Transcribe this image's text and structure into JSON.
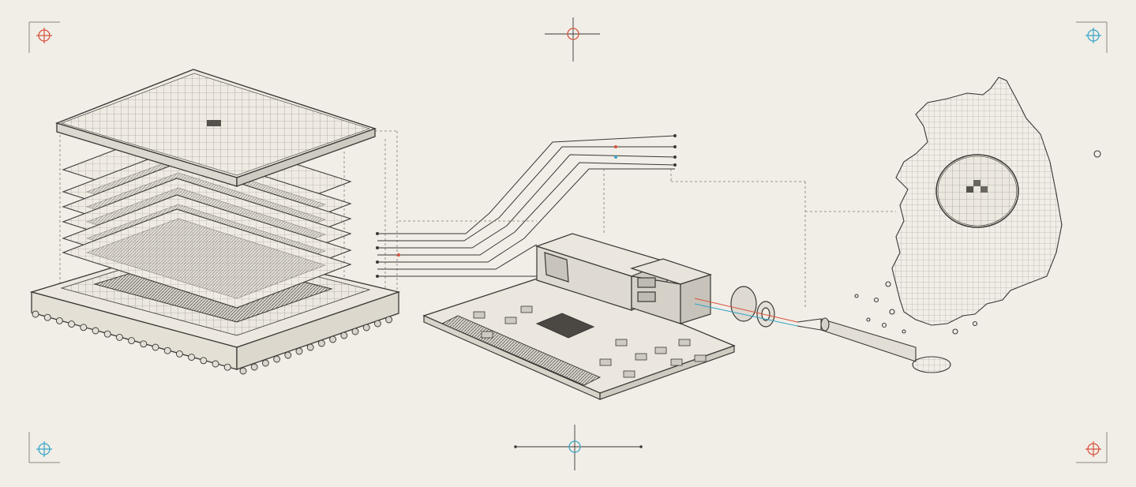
{
  "illustration": {
    "style": "technical pencil sketch on paper",
    "components": [
      "stacked-chip-package",
      "optical-transceiver-module",
      "circuit-board",
      "fiber-optic-cable",
      "korea-map",
      "silicon-wafer"
    ]
  },
  "colors": {
    "paper": "#f1eee7",
    "ink": "#3a3835",
    "ink_light": "#8a8680",
    "accent_red": "#d8543f",
    "accent_cyan": "#3aa6c8"
  },
  "registration_marks": [
    {
      "name": "crosshair-top-left",
      "color": "accent_red"
    },
    {
      "name": "crosshair-top-center",
      "color": "accent_red"
    },
    {
      "name": "crosshair-top-right",
      "color": "accent_cyan"
    },
    {
      "name": "crosshair-bottom-left",
      "color": "accent_cyan"
    },
    {
      "name": "crosshair-bottom-center",
      "color": "accent_cyan"
    },
    {
      "name": "crosshair-bottom-right",
      "color": "accent_red"
    }
  ]
}
